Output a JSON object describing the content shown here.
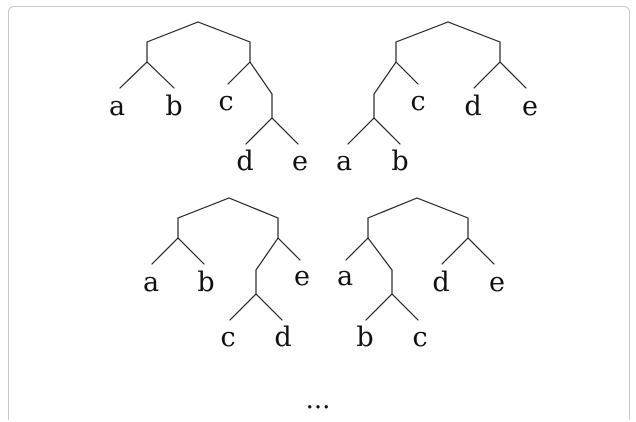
{
  "figure": {
    "ellipsis": "...",
    "trees": [
      {
        "id": "tree-1",
        "structure": "((a,b),(c,(d,e)))",
        "leaves": [
          {
            "label": "a"
          },
          {
            "label": "b"
          },
          {
            "label": "c"
          },
          {
            "label": "d"
          },
          {
            "label": "e"
          }
        ]
      },
      {
        "id": "tree-2",
        "structure": "((c,(a,b)),(d,e))",
        "leaves": [
          {
            "label": "c"
          },
          {
            "label": "a"
          },
          {
            "label": "b"
          },
          {
            "label": "d"
          },
          {
            "label": "e"
          }
        ]
      },
      {
        "id": "tree-3",
        "structure": "((a,b),((c,d),e))",
        "leaves": [
          {
            "label": "a"
          },
          {
            "label": "b"
          },
          {
            "label": "e"
          },
          {
            "label": "c"
          },
          {
            "label": "d"
          }
        ]
      },
      {
        "id": "tree-4",
        "structure": "((a,(b,c)),(d,e))",
        "leaves": [
          {
            "label": "a"
          },
          {
            "label": "d"
          },
          {
            "label": "e"
          },
          {
            "label": "b"
          },
          {
            "label": "c"
          }
        ]
      }
    ]
  }
}
